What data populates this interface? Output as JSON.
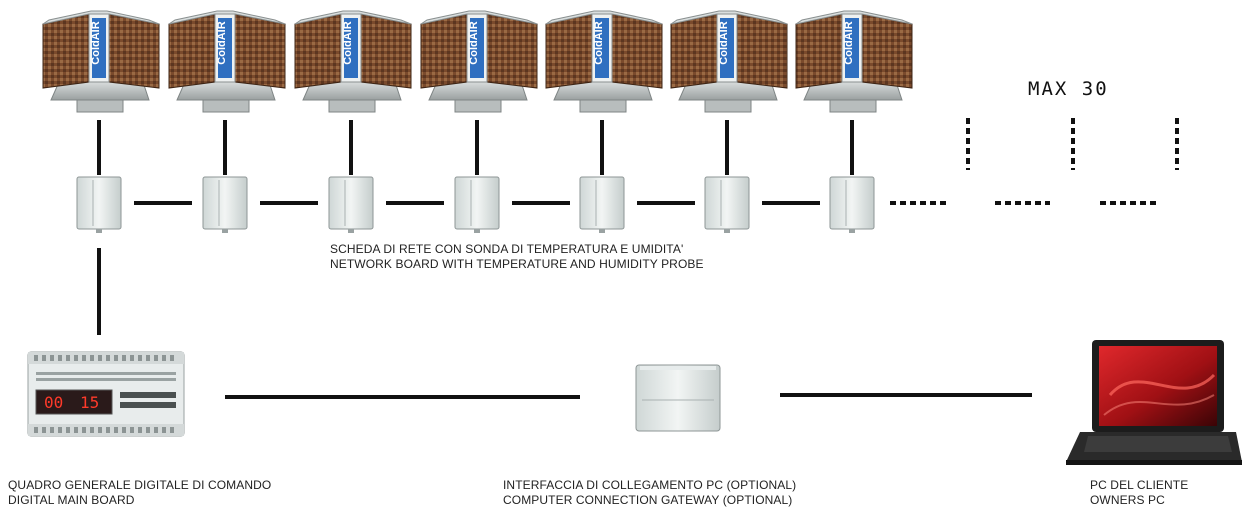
{
  "unit_brand": "ColdAIR",
  "max_units_label": "MAX 30",
  "network_caption": {
    "line1": "SCHEDA DI RETE CON SONDA DI TEMPERATURA E UMIDITA'",
    "line2": "NETWORK BOARD WITH TEMPERATURE AND HUMIDITY PROBE"
  },
  "main_board_caption": {
    "line1": "QUADRO GENERALE DIGITALE DI COMANDO",
    "line2": "DIGITAL MAIN BOARD"
  },
  "gateway_caption": {
    "line1": "INTERFACCIA DI COLLEGAMENTO PC (OPTIONAL)",
    "line2": "COMPUTER CONNECTION GATEWAY (OPTIONAL)"
  },
  "pc_caption": {
    "line1": "PC DEL CLIENTE",
    "line2": "OWNERS PC"
  },
  "display_readout": {
    "left": "00",
    "right": "15"
  },
  "colors": {
    "pad_brown": "#7a4a2c",
    "brand_blue": "#2f6fc0",
    "screen_red": "#c8181c",
    "line": "#111111"
  }
}
